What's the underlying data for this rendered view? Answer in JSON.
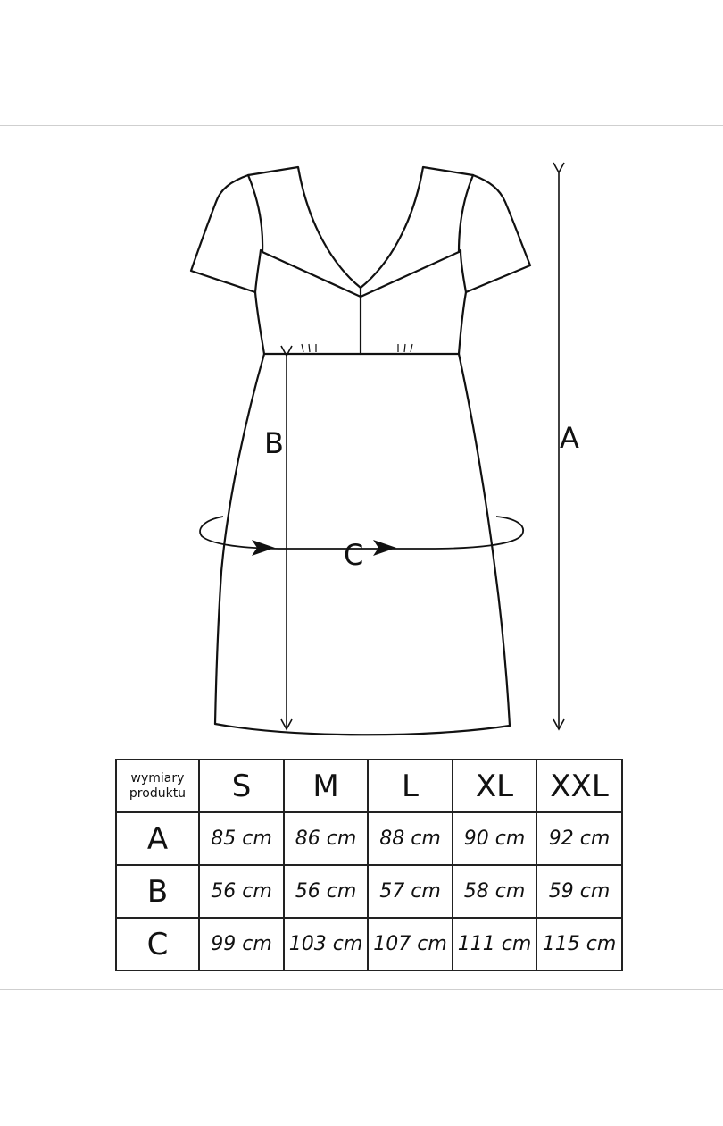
{
  "diagram": {
    "label_a": "A",
    "label_b": "B",
    "label_c": "C"
  },
  "table": {
    "corner_label_line1": "wymiary",
    "corner_label_line2": "produktu",
    "sizes": [
      "S",
      "M",
      "L",
      "XL",
      "XXL"
    ],
    "rows": [
      {
        "label": "A",
        "values": [
          "85 cm",
          "86 cm",
          "88 cm",
          "90 cm",
          "92 cm"
        ]
      },
      {
        "label": "B",
        "values": [
          "56 cm",
          "56 cm",
          "57 cm",
          "58 cm",
          "59 cm"
        ]
      },
      {
        "label": "C",
        "values": [
          "99 cm",
          "103 cm",
          "107 cm",
          "111 cm",
          "115 cm"
        ]
      }
    ]
  },
  "colors": {
    "line": "#111111",
    "rule": "#cfcfcf",
    "background": "#ffffff"
  }
}
